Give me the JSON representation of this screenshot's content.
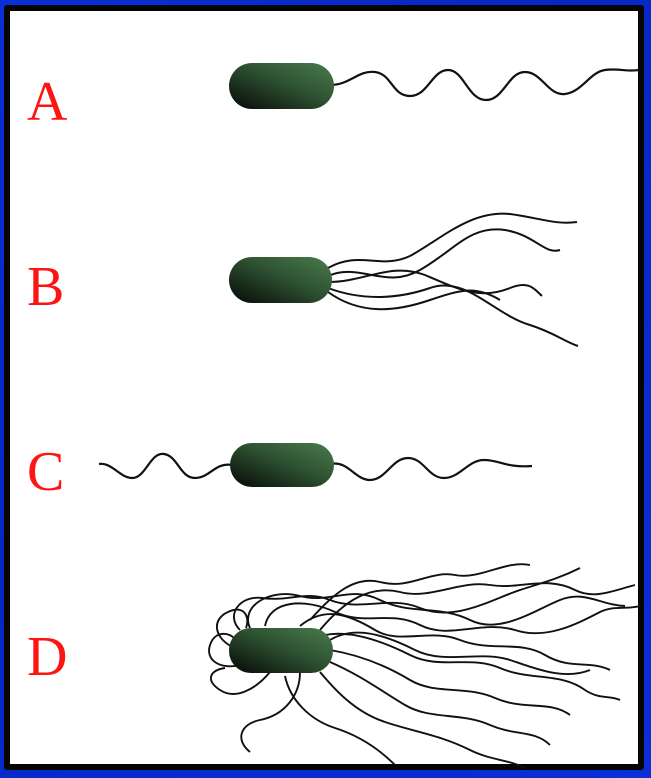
{
  "labels": {
    "a": "A",
    "b": "B",
    "c": "C",
    "d": "D"
  },
  "colors": {
    "background": "#0a2fd6",
    "panel": "#ffffff",
    "label": "#ff1414",
    "cell_body_light": "#3c6a40",
    "cell_body_dark": "#0c0f0c",
    "flagellum": "#111111"
  }
}
